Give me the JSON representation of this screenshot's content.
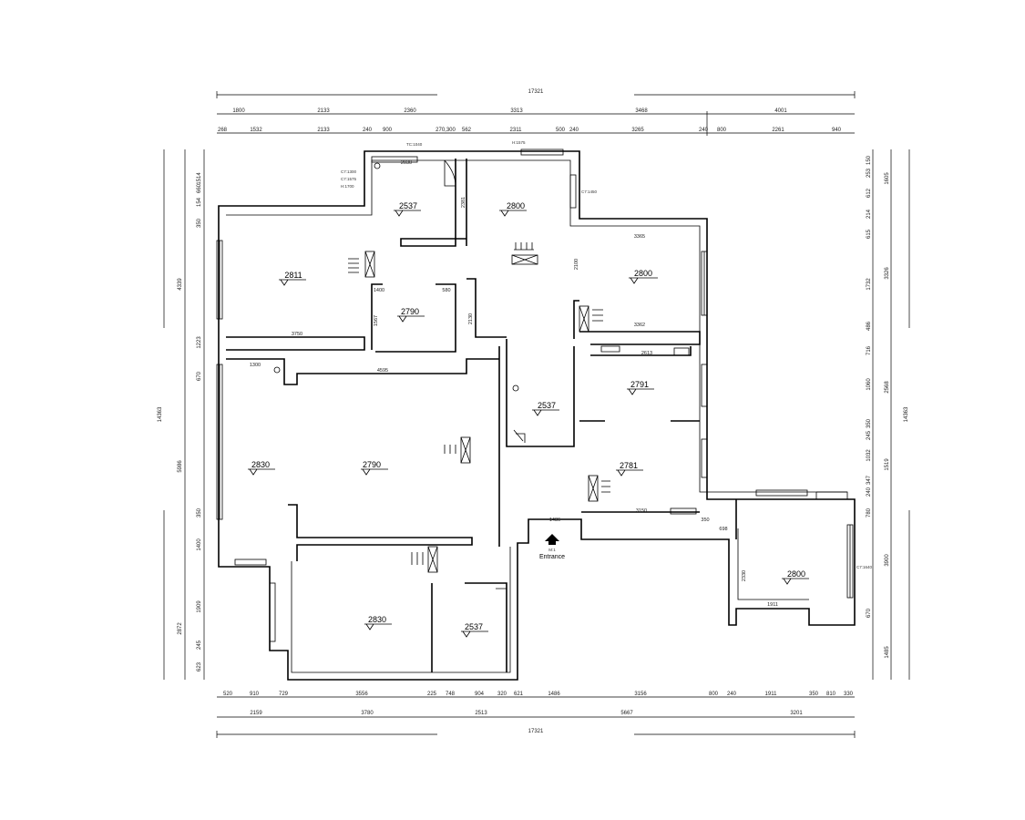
{
  "dimensions": {
    "top_total": "17321",
    "top_row2": [
      "1800",
      "2133",
      "2360",
      "3313",
      "3468",
      "4001"
    ],
    "top_row3": [
      "268",
      "1532",
      "2133",
      "240",
      "900",
      "270,300",
      "562",
      "2311",
      "500",
      "240",
      "3265",
      "240",
      "800",
      "2261",
      "940"
    ],
    "bottom_row1": [
      "520",
      "910",
      "729",
      "3556",
      "225",
      "748",
      "904",
      "320",
      "621",
      "1486",
      "3156",
      "800",
      "240",
      "1911",
      "350",
      "810",
      "330"
    ],
    "bottom_row2": [
      "2159",
      "3780",
      "2513",
      "5667",
      "3201"
    ],
    "bottom_total": "17321",
    "left_total": "14363",
    "left_outer": [
      "4339",
      "5986",
      "2872"
    ],
    "left_inner": [
      "1514",
      "154",
      "660",
      "350",
      "1223",
      "670",
      "1400",
      "350",
      "1909",
      "245",
      "623"
    ],
    "right_total": "14363",
    "right_outer": [
      "1605",
      "3326",
      "2568",
      "1519",
      "3900",
      "1485"
    ],
    "right_inner": [
      "150",
      "253",
      "612",
      "214",
      "615",
      "1732",
      "486",
      "716",
      "1060",
      "350",
      "245",
      "1032",
      "240",
      "347",
      "780",
      "670"
    ]
  },
  "rooms": {
    "heights": [
      "2811",
      "2537",
      "2800",
      "2800",
      "2790",
      "2537",
      "2791",
      "2830",
      "2790",
      "2781",
      "2800",
      "2830",
      "2537"
    ],
    "inner_dims": [
      "2030",
      "2381",
      "3365",
      "2100",
      "1400",
      "1567",
      "580",
      "2130",
      "3750",
      "3362",
      "2613",
      "1300",
      "4595",
      "3150",
      "1486",
      "350",
      "698",
      "2330",
      "1911"
    ]
  },
  "notes": {
    "window_tags": [
      "C7:1300",
      "C7:1575",
      "H:1700",
      "TC:1040",
      "H:1575",
      "C7:1450",
      "C7:1640"
    ]
  },
  "entrance": {
    "tag": "M:1",
    "label": "Entrance"
  }
}
